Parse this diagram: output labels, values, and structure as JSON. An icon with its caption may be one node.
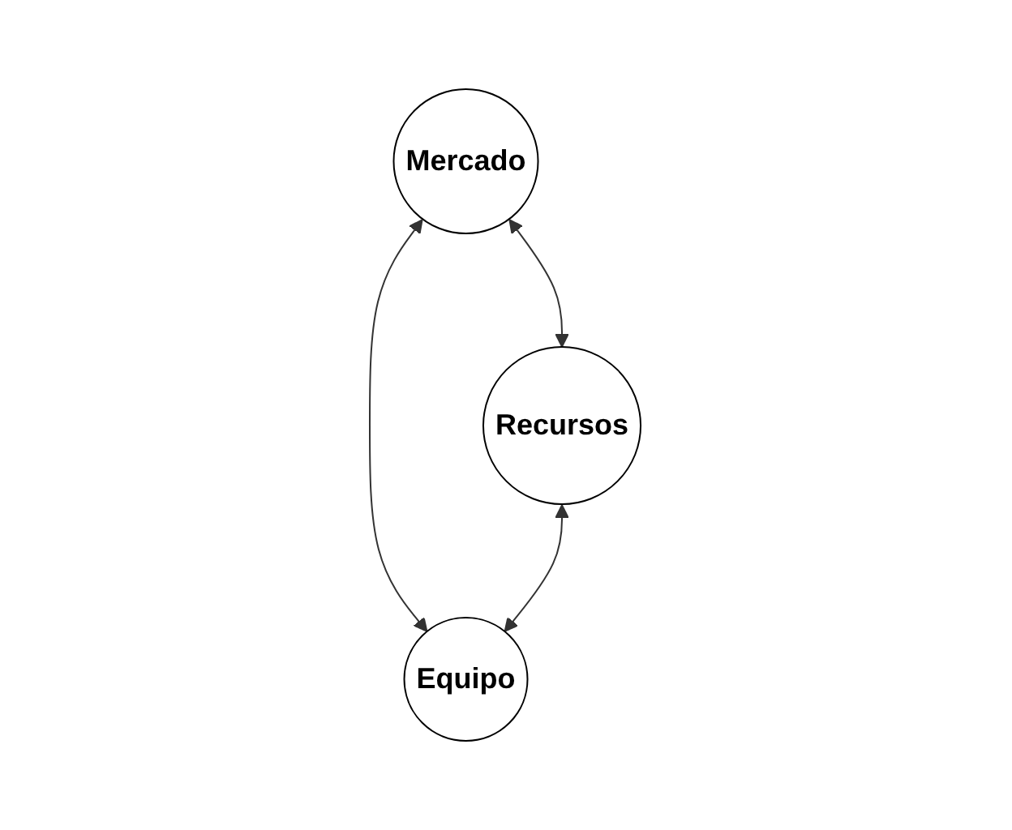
{
  "diagram": {
    "nodes": [
      {
        "text": [
          "Mercado"
        ]
      },
      {
        "text": [
          "Recursos"
        ]
      },
      {
        "text": [
          "Equipo"
        ]
      }
    ],
    "edges": [
      {
        "from": 0,
        "to": 1,
        "arrow": "both"
      },
      {
        "from": 0,
        "to": 2,
        "arrow": "both"
      },
      {
        "from": 1,
        "to": 2,
        "arrow": "both"
      }
    ]
  }
}
